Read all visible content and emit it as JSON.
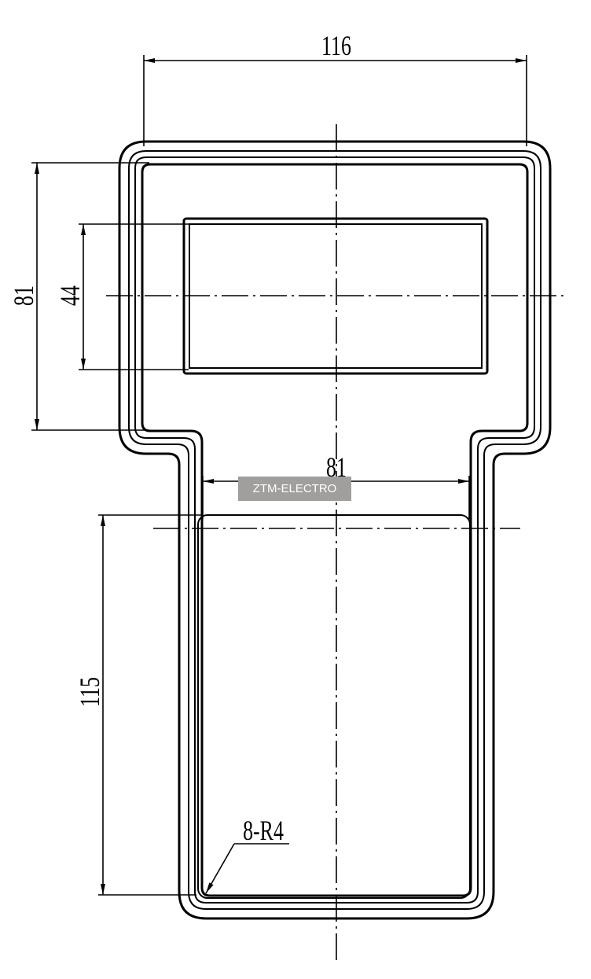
{
  "drawing": {
    "dimensions": {
      "overall_width": "116",
      "head_height": "81",
      "window_height": "44",
      "handle_width": "81",
      "handle_length": "115",
      "corner_radius_note": "8-R4"
    }
  },
  "watermark": {
    "text": "ZTM-ELECTRO"
  }
}
